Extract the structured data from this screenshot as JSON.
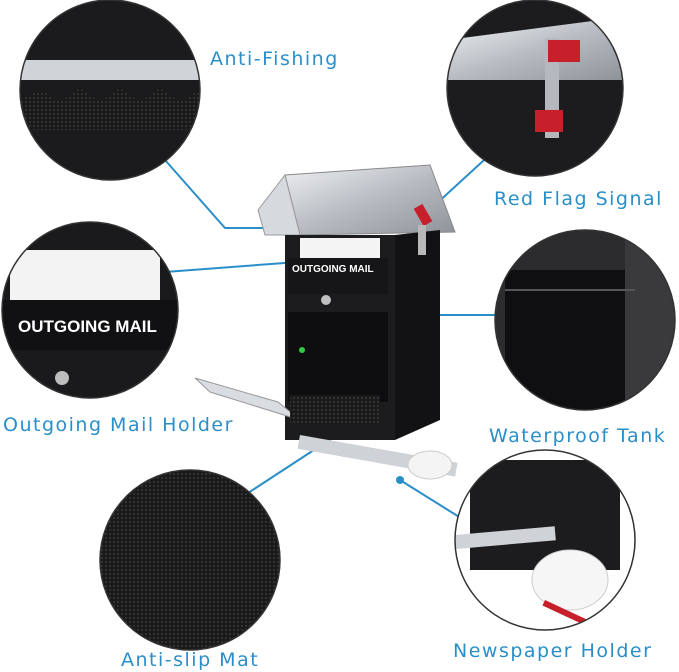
{
  "features": {
    "anti_fishing": "Anti-Fishing",
    "red_flag": "Red Flag Signal",
    "outgoing_holder": "Outgoing Mail Holder",
    "waterproof": "Waterproof Tank",
    "anti_slip": "Anti-slip Mat",
    "newspaper": "Newspaper Holder"
  },
  "product": {
    "slot_text": "OUTGOING MAIL",
    "zoom_slot_text": "OUTGOING MAIL"
  },
  "colors": {
    "accent": "#2a8fc9",
    "box": "#1c1c1e",
    "flag": "#c8202a",
    "steel": "#c9ccd0"
  }
}
